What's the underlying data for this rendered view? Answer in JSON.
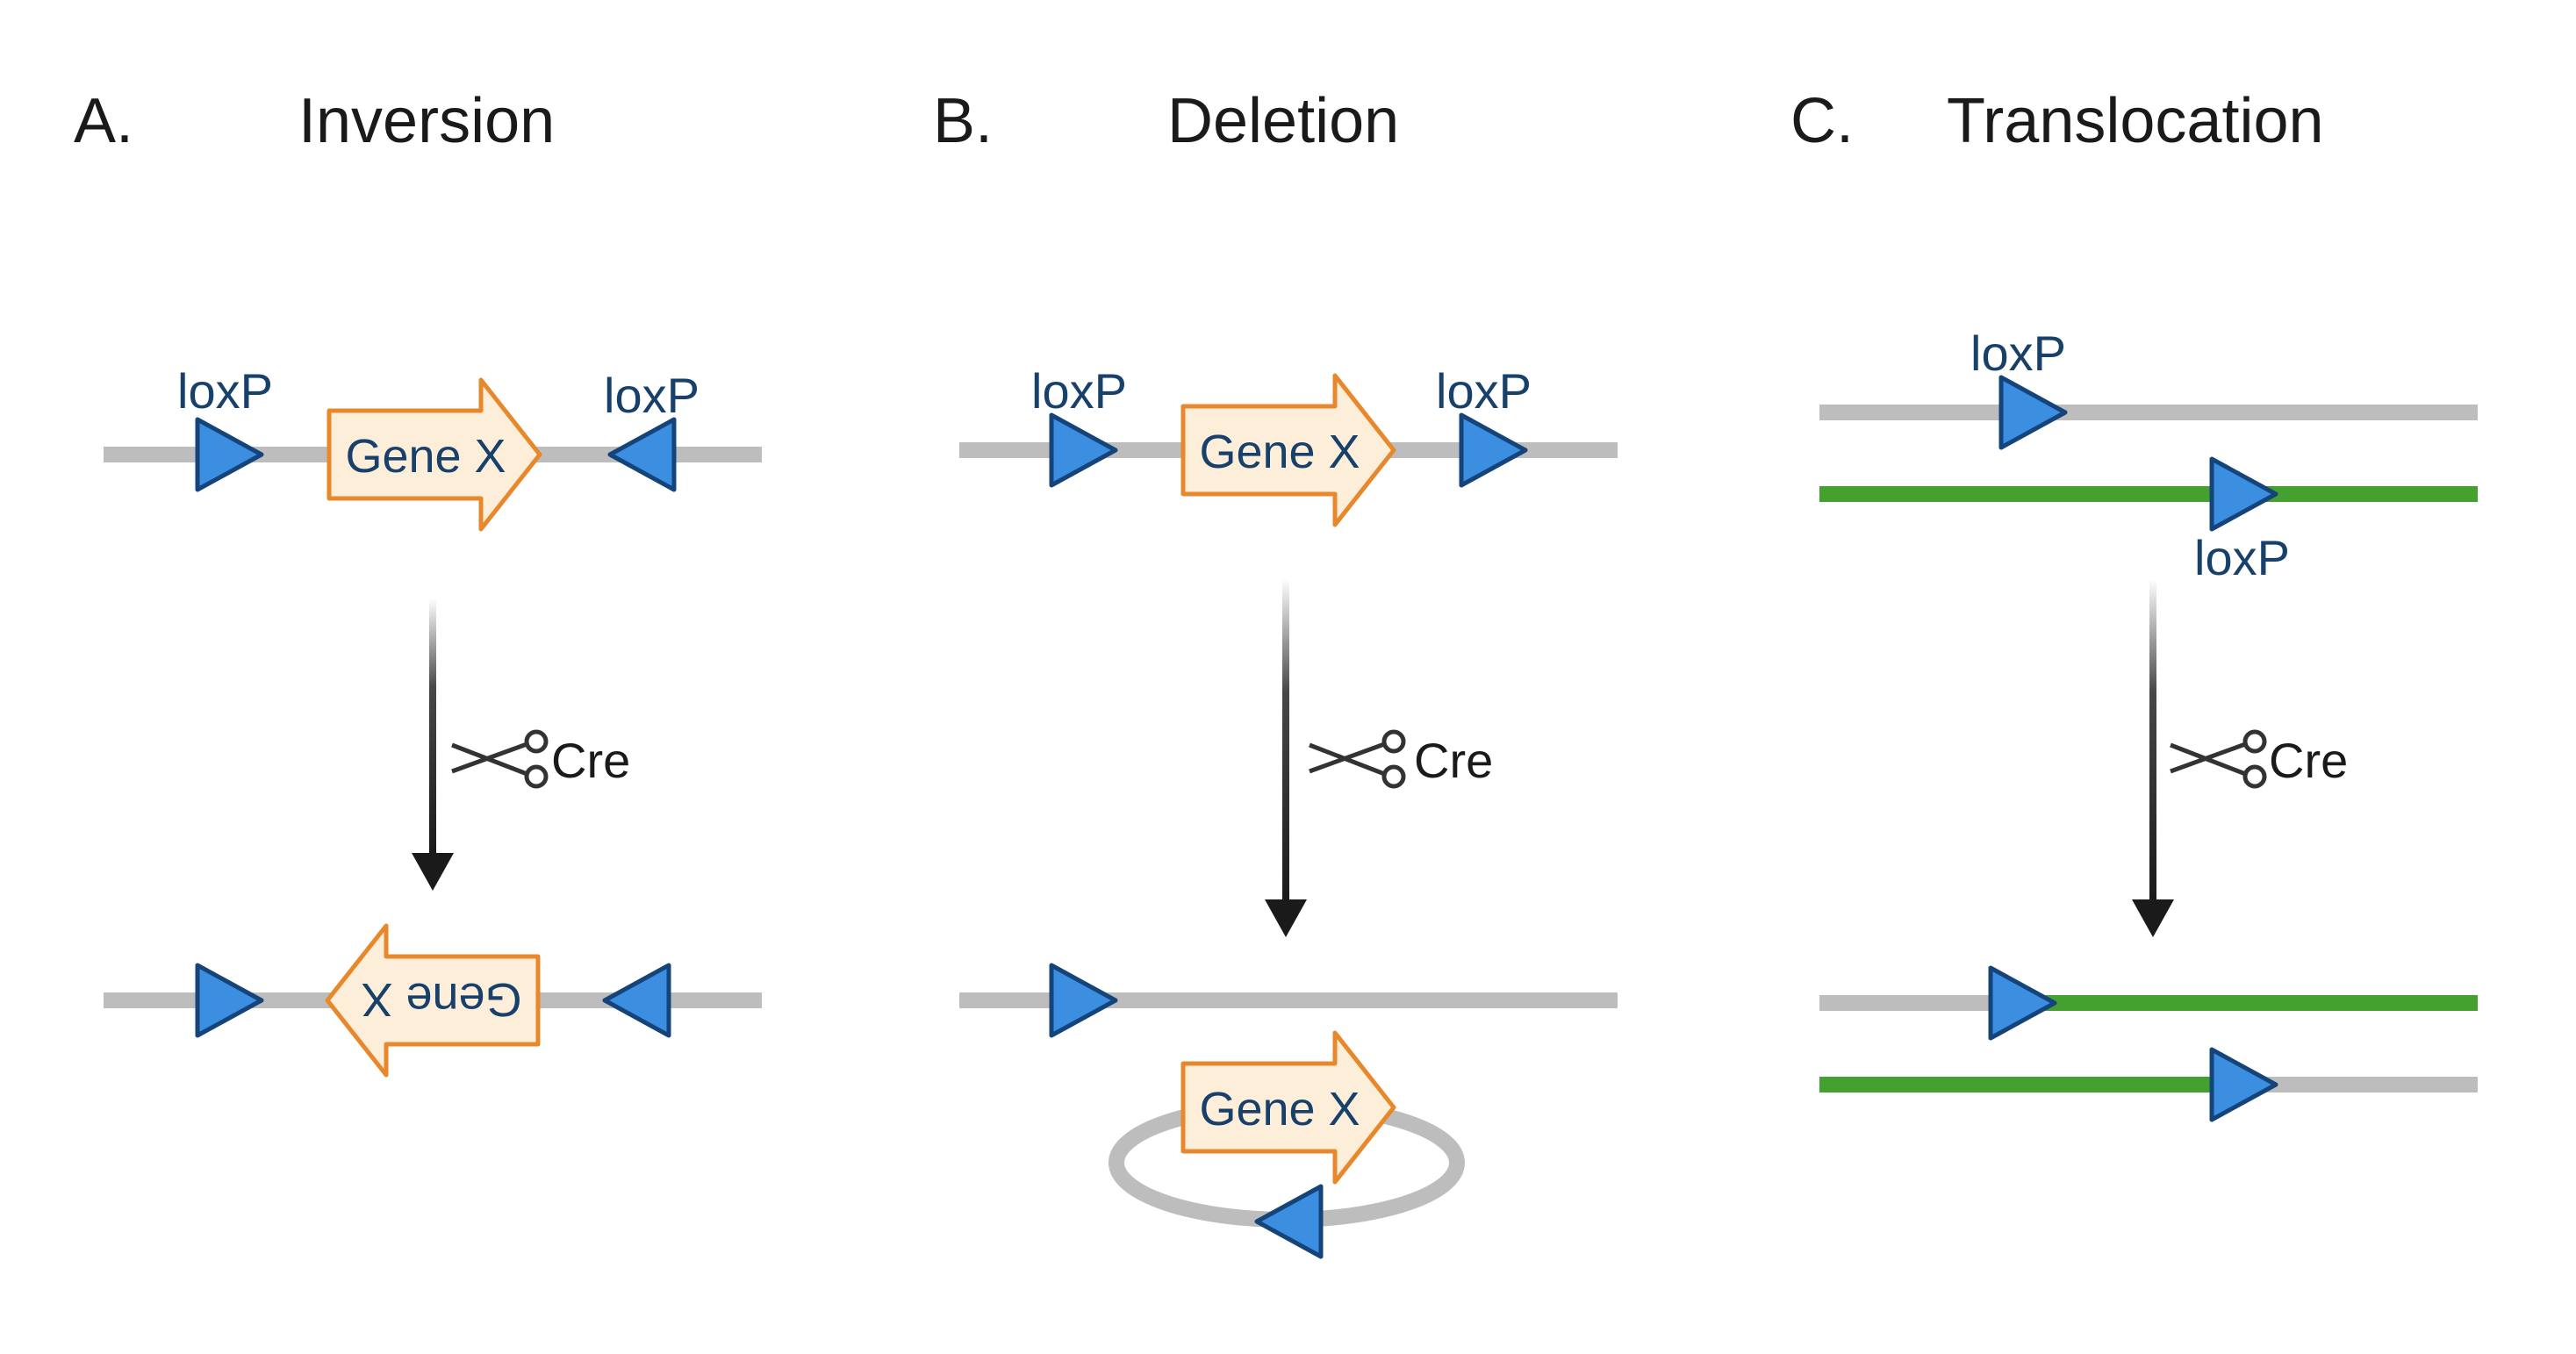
{
  "panels": [
    {
      "letter": "A.",
      "title": "Inversion"
    },
    {
      "letter": "B.",
      "title": "Deletion"
    },
    {
      "letter": "C.",
      "title": "Translocation"
    }
  ],
  "labels": {
    "loxp": "loxP",
    "gene": "Gene X",
    "enzyme": "Cre"
  },
  "colors": {
    "dna": "#bdbdbd",
    "second_chromosome": "#45a12f",
    "loxp_fill": "#3b8ee0",
    "gene_fill": "#fdeeda",
    "gene_stroke": "#e8882c",
    "text_blue": "#17406a"
  },
  "icons": {
    "enzyme": "scissors-icon",
    "site": "triangle-icon"
  }
}
